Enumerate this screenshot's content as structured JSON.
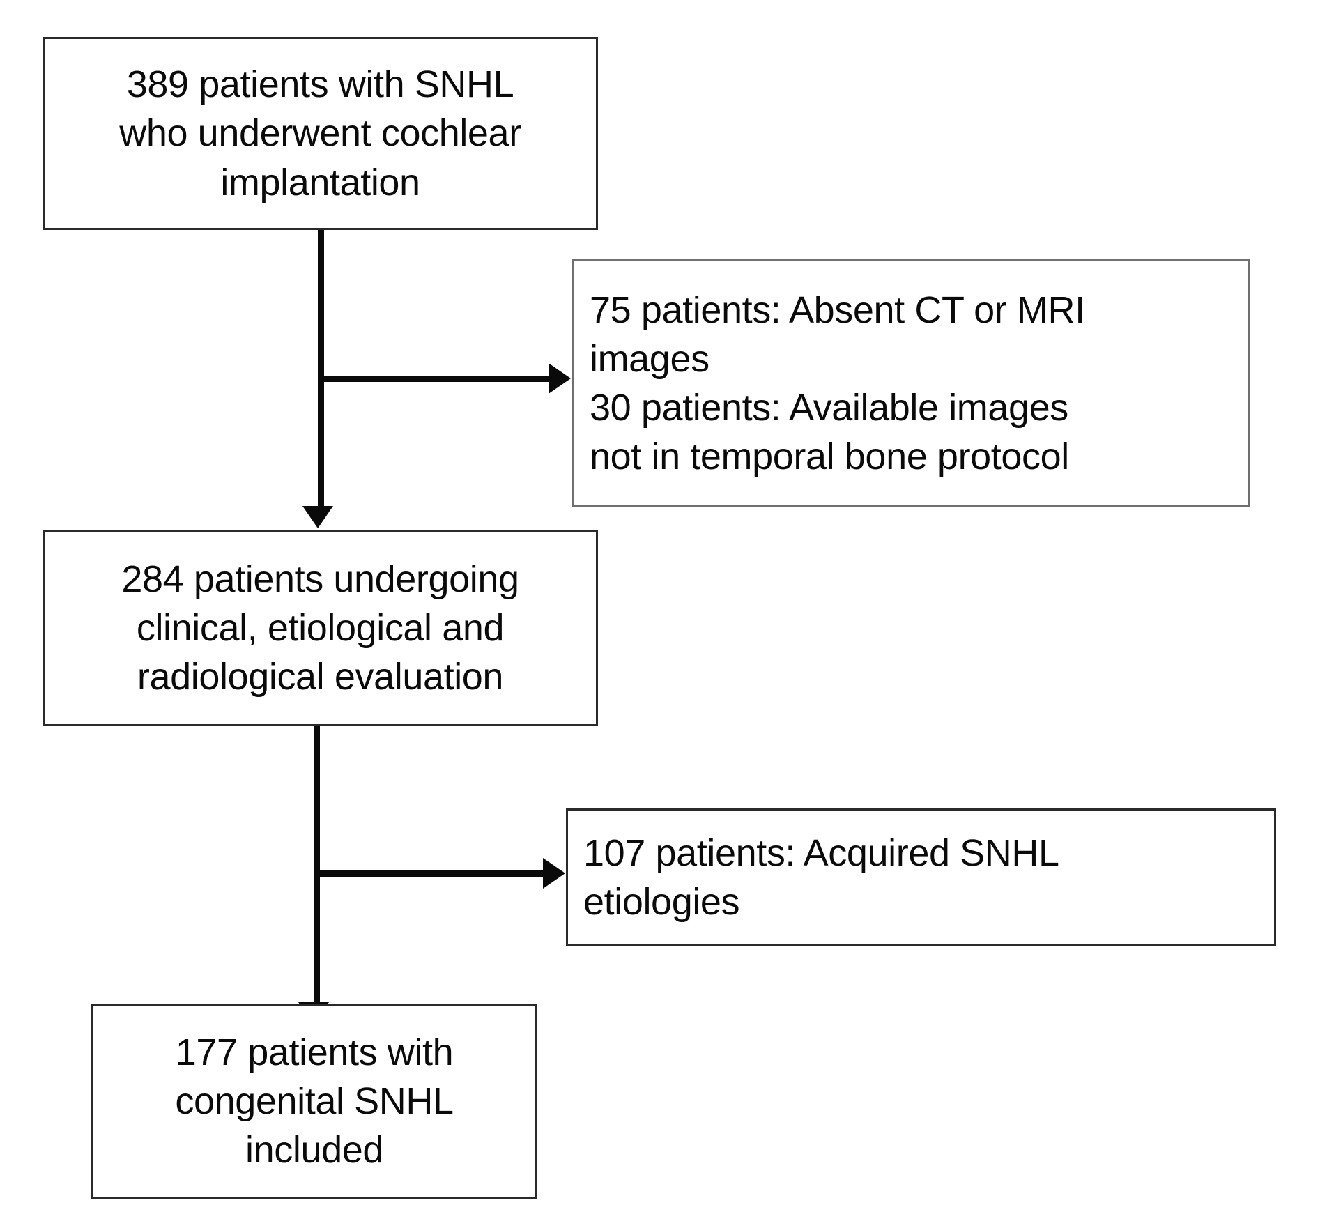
{
  "figure": {
    "type": "flowchart",
    "orientation": "top-to-bottom",
    "description": "Patient selection flow diagram for cochlear implantation study"
  },
  "nodes": {
    "start": {
      "id": "node-start",
      "label": "389 patients with SNHL\nwho underwent cochlear\nimplantation",
      "count": 389,
      "align": "center"
    },
    "excluded_1": {
      "id": "node-excl-1",
      "label": "75 patients: Absent CT or MRI\nimages\n30 patients: Available images\nnot in temporal bone protocol",
      "counts": [
        75,
        30
      ],
      "align": "left"
    },
    "evaluation": {
      "id": "node-eval",
      "label": "284 patients undergoing\nclinical, etiological and\nradiological evaluation",
      "count": 284,
      "align": "center"
    },
    "excluded_2": {
      "id": "node-excl-2",
      "label": "107 patients: Acquired SNHL\netiologies",
      "count": 107,
      "align": "left"
    },
    "included": {
      "id": "node-included",
      "label": "177 patients with\ncongenital SNHL\nincluded",
      "count": 177,
      "align": "center"
    }
  },
  "edges": [
    {
      "name": "start-to-evaluation",
      "from": "start",
      "to": "evaluation",
      "style": "solid-arrow-down"
    },
    {
      "name": "start-to-excluded-1",
      "from": "start",
      "to": "excluded_1",
      "style": "solid-arrow-right"
    },
    {
      "name": "evaluation-to-included",
      "from": "evaluation",
      "to": "included",
      "style": "solid-arrow-down"
    },
    {
      "name": "evaluation-to-excluded-2",
      "from": "evaluation",
      "to": "excluded_2",
      "style": "solid-arrow-right"
    }
  ],
  "colors": {
    "background": "#ffffff",
    "box_border": "#6f6f6f",
    "box_border_dark": "#2a2a2a",
    "connector": "#0a0a0a",
    "text": "#0a0a0a"
  }
}
